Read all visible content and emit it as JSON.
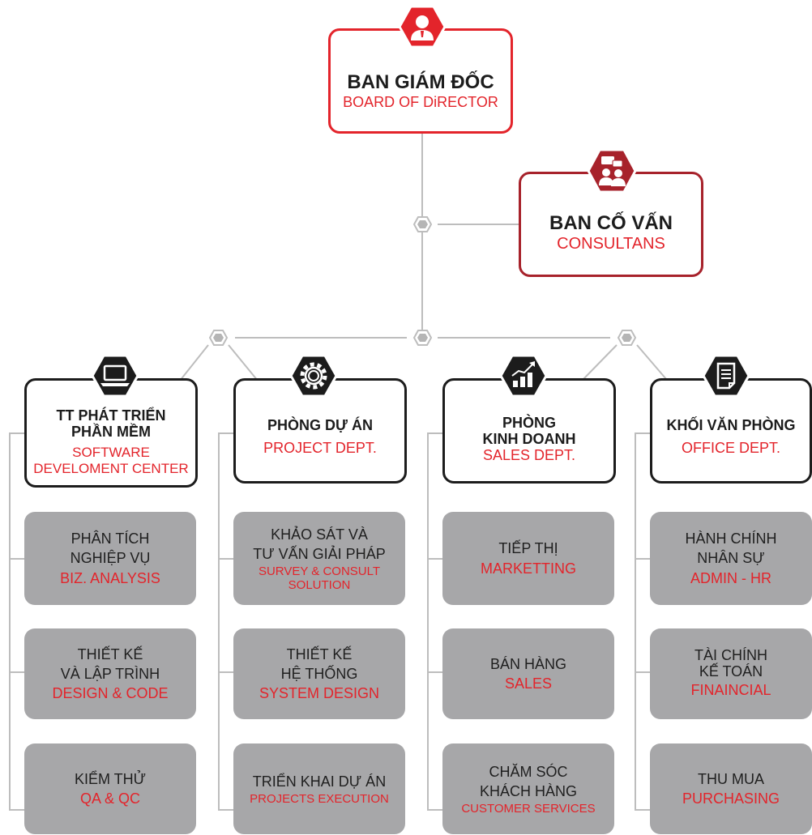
{
  "colors": {
    "accent": "#e3242b",
    "dark_red": "#a7222b",
    "ink": "#1c1c1c",
    "grey_box": "#a7a7a9",
    "line": "#bdbdbd"
  },
  "top": {
    "title": "BAN GIÁM ĐỐC",
    "subtitle": "BOARD OF DiRECTOR",
    "icon": "person-icon"
  },
  "consult": {
    "title": "BAN CỐ VẤN",
    "subtitle": "CONSULTANS",
    "icon": "consultants-icon"
  },
  "departments": [
    {
      "title1": "TT PHÁT TRIỂN",
      "title2": "PHẦN MỀM",
      "sub1": "SOFTWARE",
      "sub2": "DEVELOMENT CENTER",
      "icon": "laptop-icon",
      "units": [
        {
          "title": "PHÂN TÍCH\nNGHIỆP VỤ",
          "subtitle": "BIZ. ANALYSIS"
        },
        {
          "title": "THIẾT KẾ\nVÀ LẬP TRÌNH",
          "subtitle": "DESIGN & CODE"
        },
        {
          "title": "KIỂM THỬ",
          "subtitle": "QA & QC"
        }
      ]
    },
    {
      "title1": "PHÒNG DỰ ÁN",
      "title2": "",
      "sub1": "PROJECT DEPT.",
      "sub2": "",
      "icon": "gear-icon",
      "units": [
        {
          "title": "KHẢO SÁT VÀ\nTƯ VẤN GIẢI PHÁP",
          "subtitle": "SURVEY &  CONSULT\nSOLUTION",
          "small": true
        },
        {
          "title": "THIẾT KẾ\nHỆ THỐNG",
          "subtitle": "SYSTEM DESIGN"
        },
        {
          "title": "TRIỂN KHAI DỰ ÁN",
          "subtitle": "PROJECTS EXECUTION",
          "small": true
        }
      ]
    },
    {
      "title1": "PHÒNG",
      "title2": "KINH DOANH",
      "sub1": "SALES DEPT.",
      "sub2": "",
      "icon": "growth-chart-icon",
      "units": [
        {
          "title": "TIẾP THỊ",
          "subtitle": "MARKETTING"
        },
        {
          "title": "BÁN HÀNG",
          "subtitle": "SALES"
        },
        {
          "title": "CHĂM SÓC\nKHÁCH HÀNG",
          "subtitle": "CUSTOMER SERVICES",
          "small": true
        }
      ]
    },
    {
      "title1": "KHỐI VĂN PHÒNG",
      "title2": "",
      "sub1": "OFFICE DEPT.",
      "sub2": "",
      "icon": "document-icon",
      "units": [
        {
          "title": "HÀNH CHÍNH\nNHÂN SỰ",
          "subtitle": "ADMIN - HR"
        },
        {
          "title": "TÀI CHÍNH\nKẾ TOÁN",
          "subtitle": "FINAINCIAL"
        },
        {
          "title": "THU MUA",
          "subtitle": "PURCHASING"
        }
      ]
    }
  ]
}
